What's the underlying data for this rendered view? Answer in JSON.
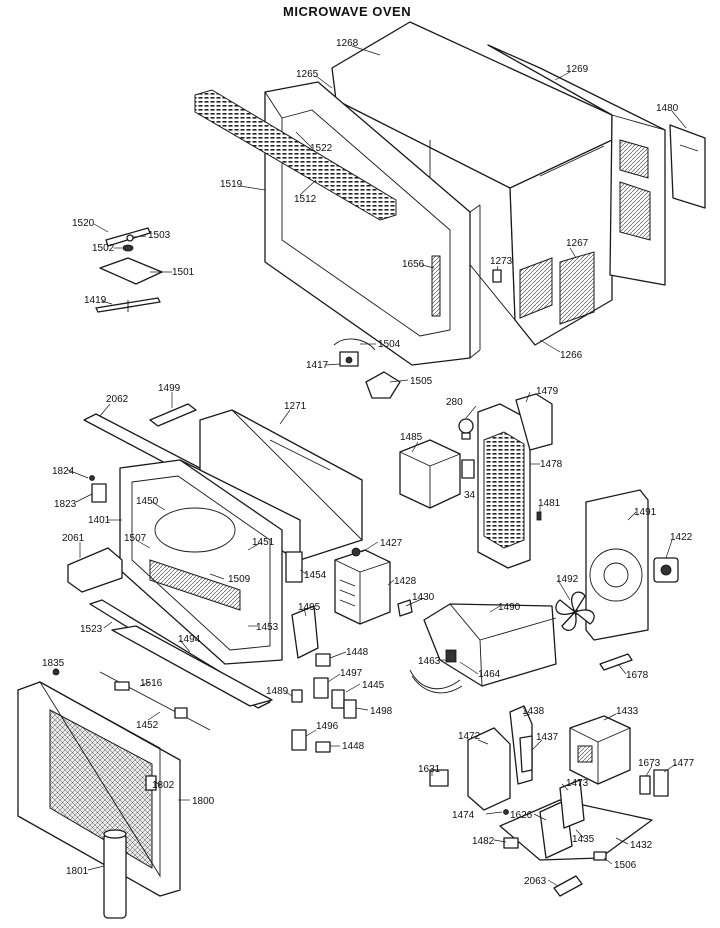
{
  "title": "MICROWAVE OVEN",
  "labels": {
    "l1268": "1268",
    "l1265": "1265",
    "l1269": "1269",
    "l1480": "1480",
    "l1522": "1522",
    "l1519": "1519",
    "l1512": "1512",
    "l1520": "1520",
    "l1503": "1503",
    "l1502": "1502",
    "l1501": "1501",
    "l1419": "1419",
    "l1273": "1273",
    "l1267": "1267",
    "l1656": "1656",
    "l1266": "1266",
    "l1504": "1504",
    "l1417": "1417",
    "l1505": "1505",
    "l1499": "1499",
    "l2062": "2062",
    "l1271": "1271",
    "l280": "280",
    "l1479": "1479",
    "l1485": "1485",
    "l1478": "1478",
    "l34": "34",
    "l1824": "1824",
    "l1823": "1823",
    "l1401": "1401",
    "l1450": "1450",
    "l2061": "2061",
    "l1507": "1507",
    "l1451": "1451",
    "l1509": "1509",
    "l1427": "1427",
    "l1454": "1454",
    "l1428": "1428",
    "l1481": "1481",
    "l1491": "1491",
    "l1422": "1422",
    "l1430": "1430",
    "l1492": "1492",
    "l1495": "1495",
    "l1453": "1453",
    "l1523": "1523",
    "l1494": "1494",
    "l1490": "1490",
    "l1448a": "1448",
    "l1463": "1463",
    "l1464": "1464",
    "l1678": "1678",
    "l1835": "1835",
    "l1516": "1516",
    "l1497": "1497",
    "l1445": "1445",
    "l1489": "1489",
    "l1498": "1498",
    "l1452": "1452",
    "l1496": "1496",
    "l1448b": "1448",
    "l1472": "1472",
    "l1438": "1438",
    "l1433": "1433",
    "l1437": "1437",
    "l1802": "1802",
    "l1800": "1800",
    "l1631": "1631",
    "l1473": "1473",
    "l1673": "1673",
    "l1477": "1477",
    "l1474": "1474",
    "l1626": "1626",
    "l1435": "1435",
    "l1432": "1432",
    "l1482": "1482",
    "l1506": "1506",
    "l1801": "1801",
    "l2063": "2063"
  }
}
